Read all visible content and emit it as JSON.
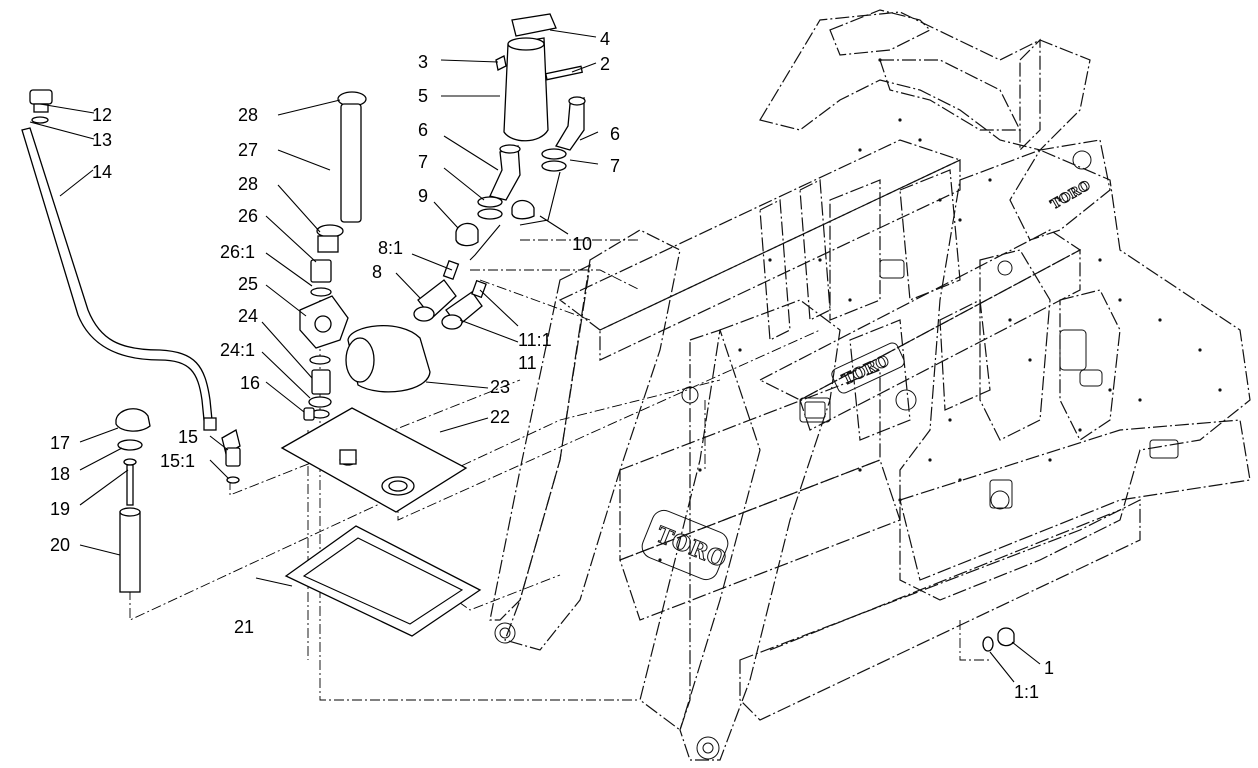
{
  "callouts": {
    "c1": "1",
    "c1_1": "1:1",
    "c2": "2",
    "c3": "3",
    "c4": "4",
    "c5": "5",
    "c6a": "6",
    "c6b": "6",
    "c7a": "7",
    "c7b": "7",
    "c8": "8",
    "c8_1": "8:1",
    "c9": "9",
    "c10": "10",
    "c11": "11",
    "c11_1": "11:1",
    "c12": "12",
    "c13": "13",
    "c14": "14",
    "c15": "15",
    "c15_1": "15:1",
    "c16": "16",
    "c17": "17",
    "c18": "18",
    "c19": "19",
    "c20": "20",
    "c21": "21",
    "c22": "22",
    "c23": "23",
    "c24": "24",
    "c24_1": "24:1",
    "c25": "25",
    "c26": "26",
    "c26_1": "26:1",
    "c27": "27",
    "c28a": "28",
    "c28b": "28"
  },
  "frame_logo": {
    "front": "TORO",
    "side": "TORO",
    "crossbar": "TORO"
  }
}
